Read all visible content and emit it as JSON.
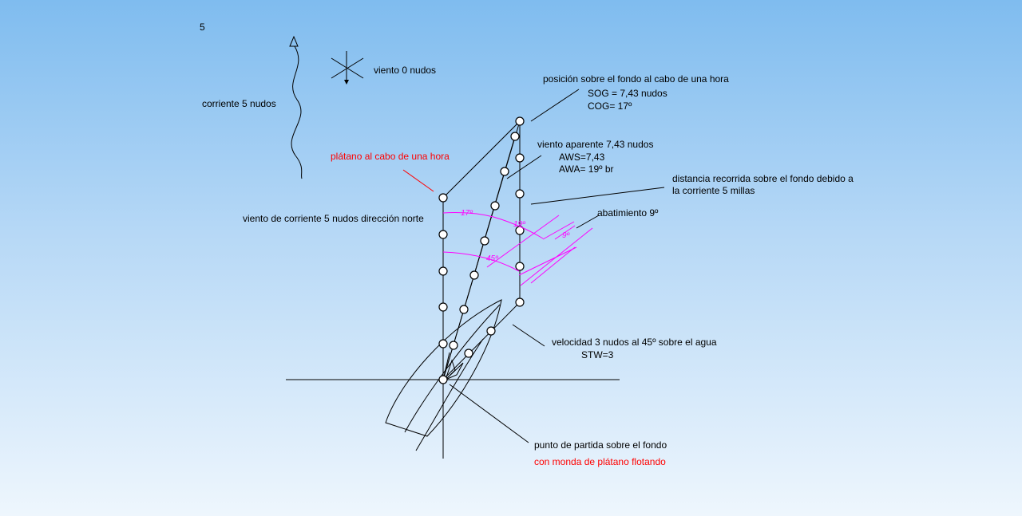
{
  "page_number": "5",
  "labels": {
    "wind": "viento 0 nudos",
    "current": "corriente 5 nudos",
    "position_title": "posición sobre el fondo al cabo de una hora",
    "sog": "SOG = 7,43 nudos",
    "cog": "COG= 17º",
    "banana": "plátano al cabo de una hora",
    "apparent_wind": "viento aparente 7,43 nudos",
    "aws": "AWS=7,43",
    "awa": "AWA= 19º br",
    "distance_line1": "distancia recorrida sobre el fondo debido a",
    "distance_line2": "la corriente 5 millas",
    "current_wind": "viento de corriente 5 nudos dirección norte",
    "leeway": "abatimiento 9º",
    "velocity": "velocidad 3 nudos al 45º sobre el agua",
    "stw": "STW=3",
    "start_point": "punto de partida sobre el fondo",
    "banana_peel": "con monda de plátano flotando"
  },
  "angles": {
    "a17": "17º",
    "a19": "19º",
    "a45": "45º",
    "a9": "9º"
  },
  "colors": {
    "text": "#000000",
    "highlight": "#ff0000",
    "angle_marks": "#ff00ff"
  }
}
